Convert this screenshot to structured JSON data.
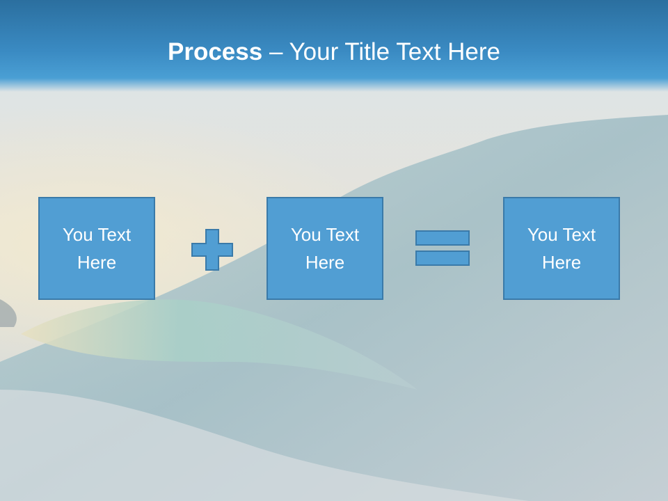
{
  "slide": {
    "title_bold": "Process",
    "title_dash": " – ",
    "title_rest": "Your Title Text Here",
    "boxes": [
      {
        "text": "You Text Here"
      },
      {
        "text": "You Text Here"
      },
      {
        "text": "You Text Here"
      }
    ],
    "operators": [
      "plus-icon",
      "equals-icon"
    ],
    "colors": {
      "title_bar": "#3a8ac2",
      "box_fill": "#519ed3",
      "box_border": "#3a7aa9",
      "text": "#ffffff"
    }
  }
}
